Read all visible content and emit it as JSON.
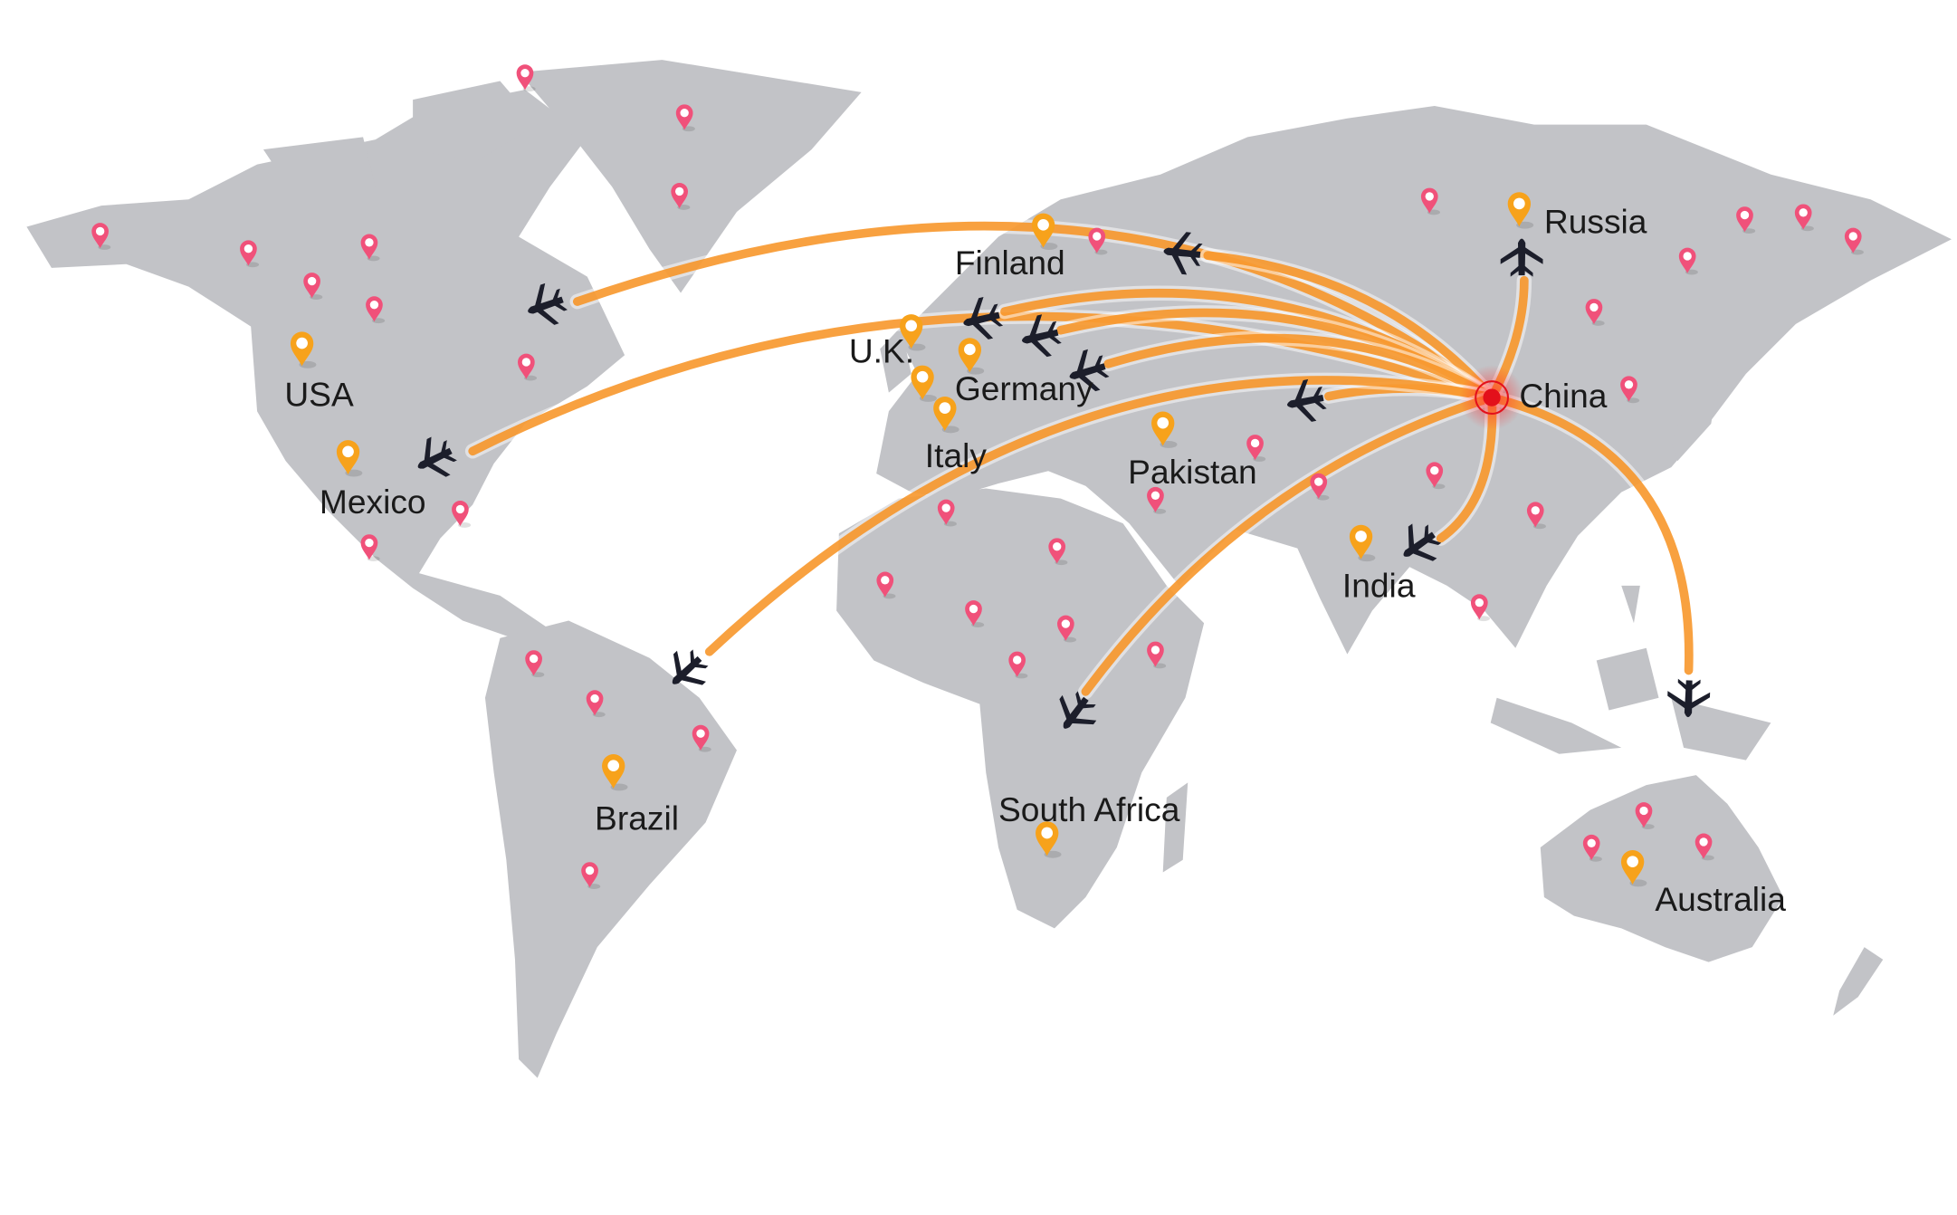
{
  "map": {
    "hub": {
      "name": "China",
      "label": "China"
    },
    "colors": {
      "land": "#c2c3c7",
      "route": "#f7901e",
      "hub": "#e3101b",
      "plane": "#1c1e2b",
      "pin_major": "#f7a21b",
      "pin_minor": "#f0517a"
    },
    "destinations": [
      {
        "id": "russia",
        "label": "Russia"
      },
      {
        "id": "finland",
        "label": "Finland"
      },
      {
        "id": "uk",
        "label": "U.K."
      },
      {
        "id": "germany",
        "label": "Germany"
      },
      {
        "id": "italy",
        "label": "Italy"
      },
      {
        "id": "pakistan",
        "label": "Pakistan"
      },
      {
        "id": "india",
        "label": "India"
      },
      {
        "id": "usa",
        "label": "USA"
      },
      {
        "id": "mexico",
        "label": "Mexico"
      },
      {
        "id": "brazil",
        "label": "Brazil"
      },
      {
        "id": "south_africa",
        "label": "South Africa"
      },
      {
        "id": "australia",
        "label": "Australia"
      }
    ],
    "icons": {
      "route_marker": "airplane-icon",
      "city_marker": "map-pin-icon",
      "hub_marker": "target-dot-icon"
    }
  }
}
